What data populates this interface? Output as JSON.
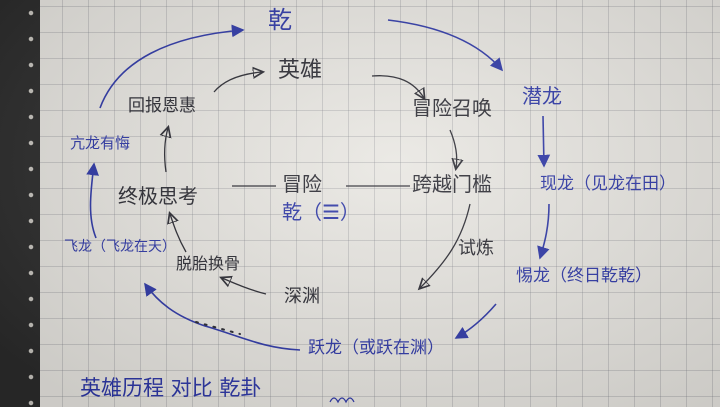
{
  "nodes": {
    "qian": "乾",
    "hero": "英雄",
    "call": "冒险召唤",
    "qianlong": "潜龙",
    "threshold": "跨越门槛",
    "xianlong": "现龙（见龙在田）",
    "trial": "试炼",
    "tilong": "惕龙（终日乾乾）",
    "yuelong": "跃龙（或跃在渊）",
    "abyss": "深渊",
    "transform": "脱胎换骨",
    "feilong": "飞龙（飞龙在天）",
    "reflect": "终极思考",
    "return": "回报恩惠",
    "kanglong": "亢龙有悔",
    "center_top": "冒险",
    "center_bottom": "乾（☰）"
  },
  "footer": "英雄历程 对比 乾卦",
  "colors": {
    "blue_ink": "#2b35a6",
    "black_ink": "#27272f",
    "paper": "#e8e6e1"
  }
}
